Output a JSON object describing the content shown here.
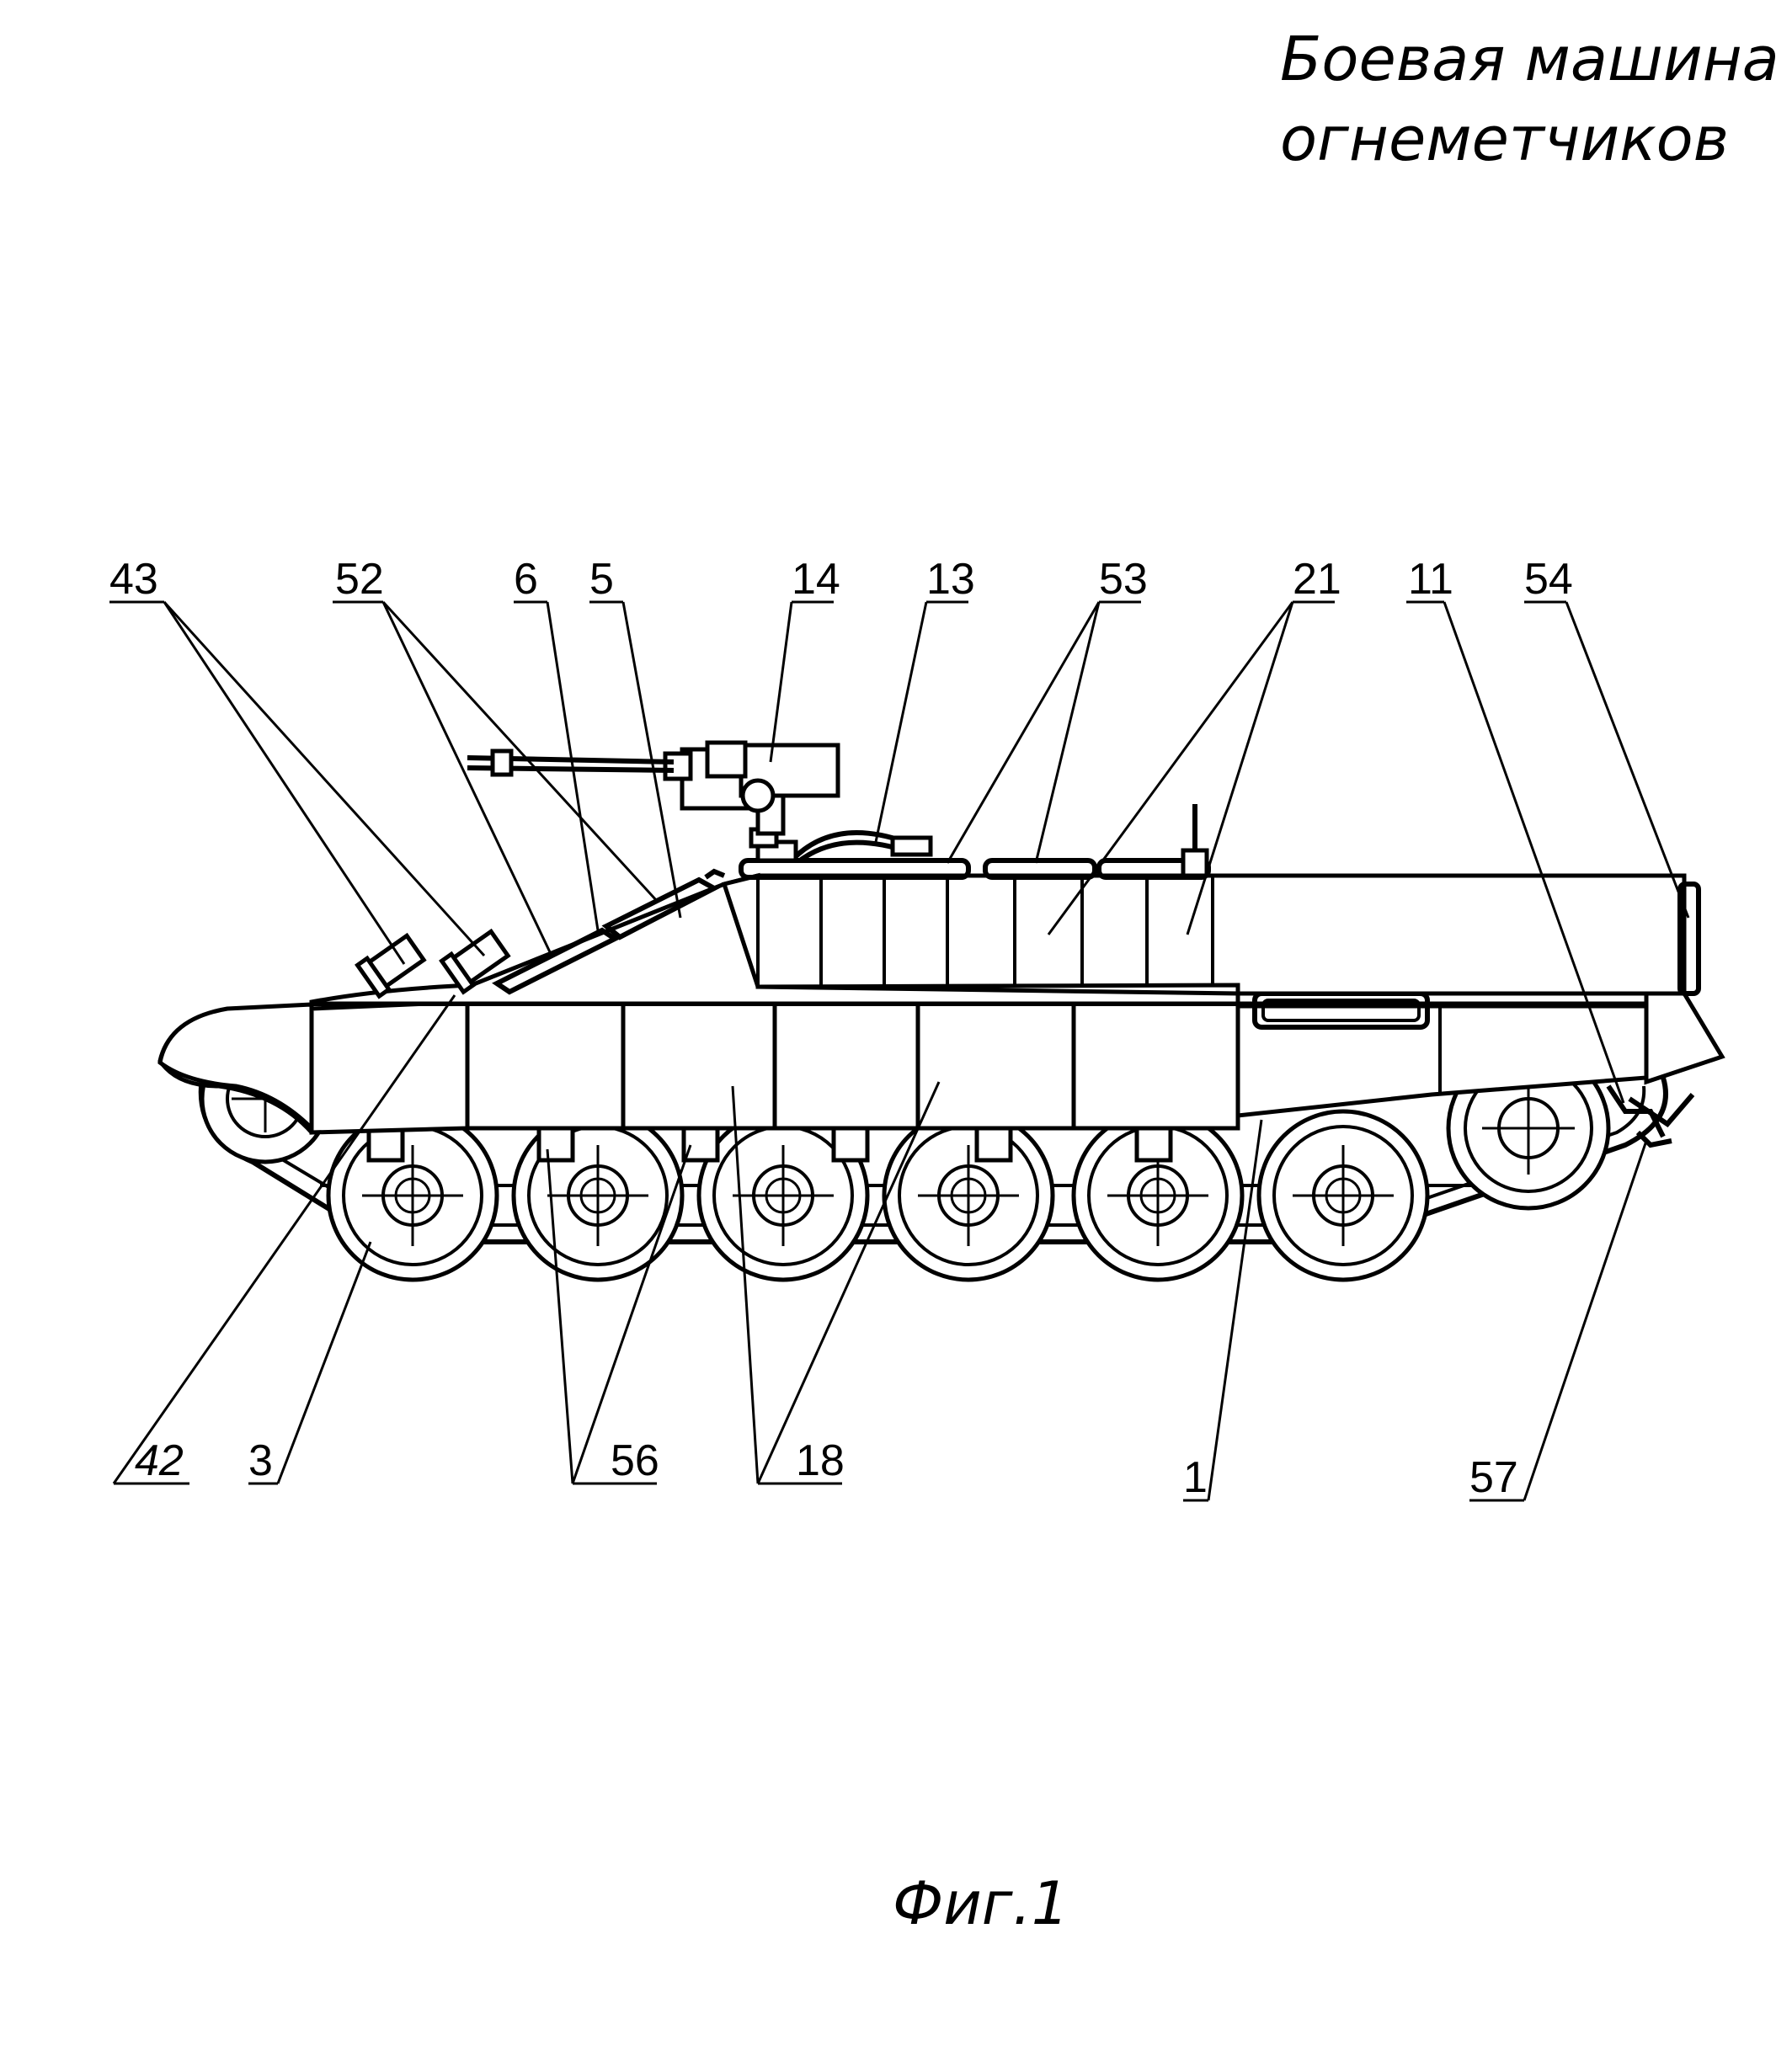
{
  "title": {
    "line1": "Боевая машина",
    "line2": "огнеметчиков"
  },
  "caption": "Фиг.1",
  "labels": {
    "l43": "43",
    "l52": "52",
    "l6": "6",
    "l5": "5",
    "l14": "14",
    "l13": "13",
    "l53": "53",
    "l21": "21",
    "l11": "11",
    "l54": "54",
    "l42": "42",
    "l3": "3",
    "l56": "56",
    "l18": "18",
    "l1": "1",
    "l57": "57"
  }
}
